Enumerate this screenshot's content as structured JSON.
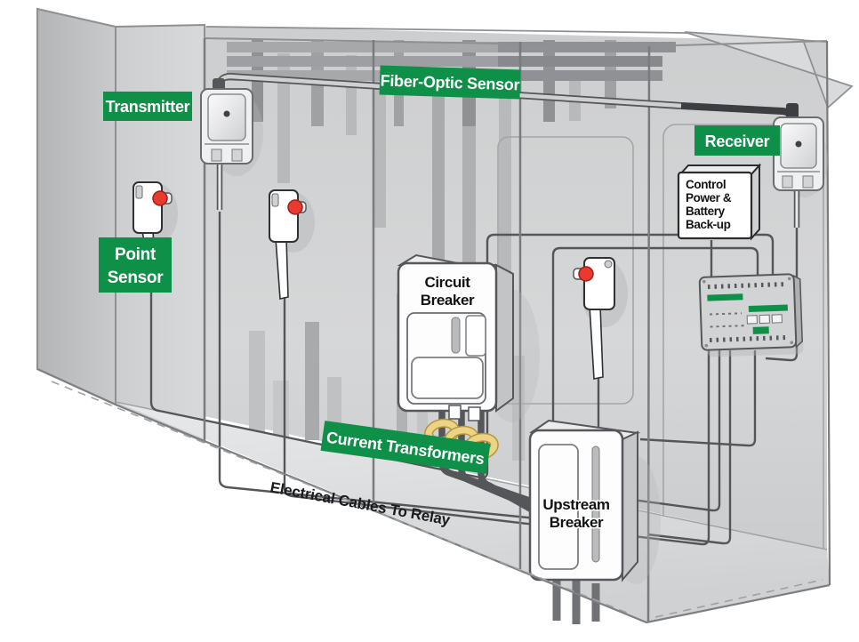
{
  "diagram": {
    "labels": {
      "transmitter": "Transmitter",
      "fiber_optic_sensor": "Fiber-Optic Sensor",
      "point_sensor": {
        "line1": "Point",
        "line2": "Sensor"
      },
      "receiver": "Receiver",
      "control_power": {
        "line1": "Control",
        "line2": "Power &",
        "line3": "Battery",
        "line4": "Back-up"
      },
      "circuit_breaker": {
        "line1": "Circuit",
        "line2": "Breaker"
      },
      "current_transformers": "Current Transformers",
      "electrical_cables_to_relay": "Electrical Cables To Relay",
      "upstream_breaker": {
        "line1": "Upstream",
        "line2": "Breaker"
      }
    },
    "colors": {
      "label_green": "#0e9048",
      "sensor_red": "#e93a2f",
      "ct_yellow": "#edd386",
      "cable_dark": "#54565a",
      "fiber_tube": "#cfd0d2"
    }
  }
}
